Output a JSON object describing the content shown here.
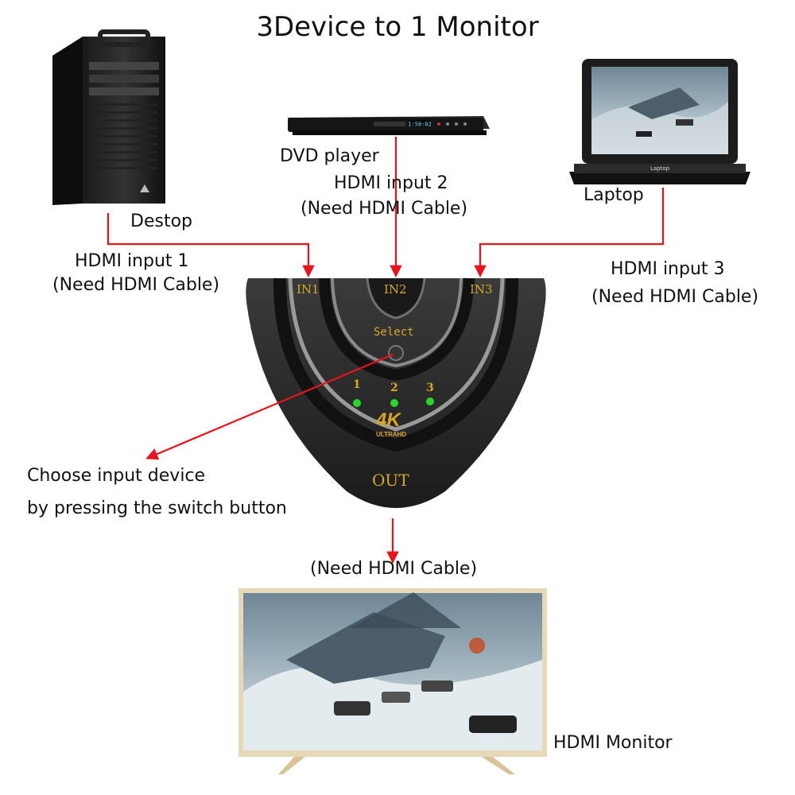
{
  "title": "3Device to 1 Monitor",
  "devices": {
    "desktop": {
      "label": "Destop"
    },
    "dvd": {
      "label": "DVD player",
      "display": "1:58:02"
    },
    "laptop": {
      "label": "Laptop",
      "brand": "Laptop"
    },
    "monitor": {
      "label": "HDMI Monitor"
    }
  },
  "inputs": {
    "in1": {
      "name": "HDMI input 1",
      "note": "(Need HDMI Cable)"
    },
    "in2": {
      "name": "HDMI input 2",
      "note": "(Need HDMI Cable)"
    },
    "in3": {
      "name": "HDMI input 3",
      "note": "(Need HDMI Cable)"
    }
  },
  "output": {
    "note": "(Need HDMI Cable)"
  },
  "switch": {
    "port_labels": [
      "IN1",
      "IN2",
      "IN3"
    ],
    "select_label": "Select",
    "led_labels": [
      "1",
      "2",
      "3"
    ],
    "badge_main": "4K",
    "badge_sub": "ULTRAHD",
    "out_label": "OUT"
  },
  "callout": {
    "line1": "Choose input device",
    "line2": "by pressing the switch button"
  },
  "colors": {
    "arrow": "#e8131b",
    "switch_body": "#2e2e2e",
    "switch_text": "#d9a826",
    "led": "#2bd62b",
    "monitor_frame": "#e7d8b7"
  }
}
